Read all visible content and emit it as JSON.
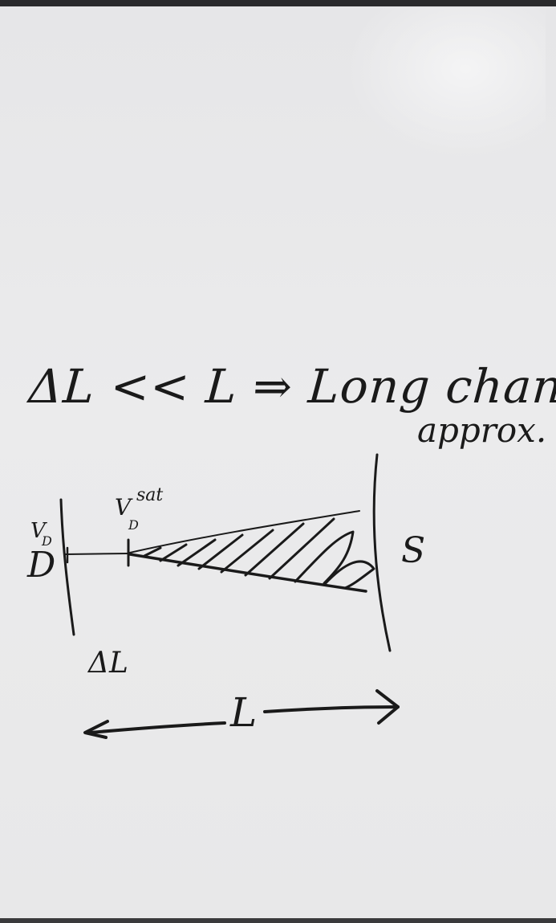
{
  "headline": "ΔL << L ⇒ Long channel",
  "headline_sub": "approx.",
  "labels": {
    "drain_voltage": "V",
    "drain_voltage_sub": "D",
    "drain": "D",
    "saturation_voltage": "V",
    "saturation_voltage_sub": "D",
    "saturation_voltage_sup": "sat",
    "source": "S",
    "delta_l": "ΔL",
    "length": "L"
  },
  "colors": {
    "ink": "#1a1a1a",
    "paper": "#e9e9ea"
  }
}
